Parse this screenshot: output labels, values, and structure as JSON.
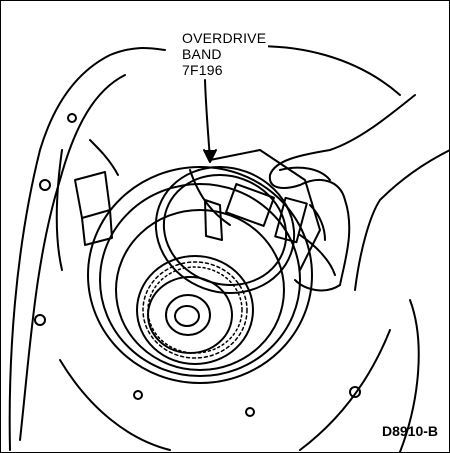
{
  "callout": {
    "line1": "OVERDRIVE",
    "line2": "BAND",
    "line3": "7F196"
  },
  "figure_id": "D8910-B",
  "colors": {
    "ink": "#000000",
    "paper": "#ffffff"
  },
  "icons": [
    "overdrive-band-illustration",
    "leader-arrow"
  ]
}
